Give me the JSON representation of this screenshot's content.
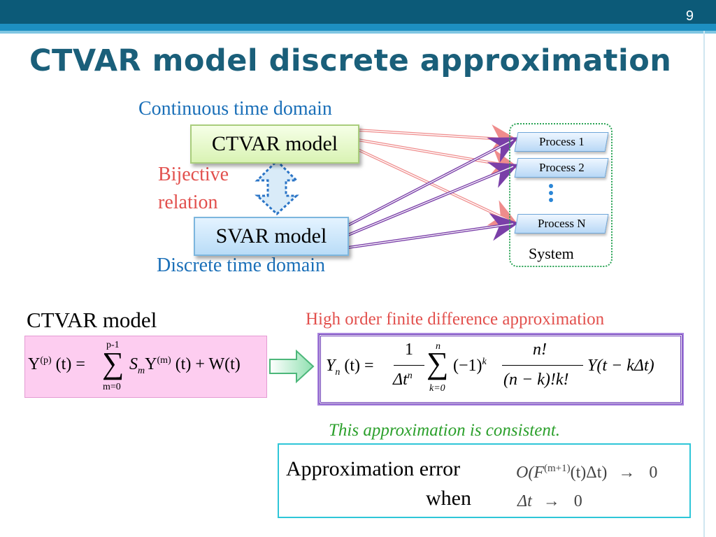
{
  "slide": {
    "page_number": "9",
    "title": "CTVAR model discrete approximation"
  },
  "diagram": {
    "continuous_label": "Continuous time domain",
    "discrete_label": "Discrete time domain",
    "bijective_line1": "Bijective",
    "bijective_line2": "relation",
    "ctvar_box": "CTVAR model",
    "svar_box": "SVAR model",
    "processes": [
      "Process 1",
      "Process 2",
      "Process N"
    ],
    "system_label": "System",
    "colors": {
      "continuous_arrows": "#ef8c8c",
      "discrete_arrows": "#7a3fa8",
      "system_border": "#2aa355",
      "process_dots": "#2a86d6"
    }
  },
  "equations": {
    "ctvar_label": "CTVAR model",
    "approx_label": "High order finite difference approximation",
    "ctvar_eq": {
      "lhs": "Y",
      "lhs_sup": "(p)",
      "lhs_arg": "(t) =",
      "sum_upper": "p-1",
      "sum_lower": "m=0",
      "sigma": "∑",
      "coef": "S",
      "coef_sub": "m",
      "term": "Y",
      "term_sup": "(m)",
      "term_arg": "(t) + W(t)"
    },
    "approx_eq": {
      "lhs": "Y",
      "lhs_sub": "n",
      "lhs_arg": "(t) =",
      "frac1_num": "1",
      "frac1_den": "Δt",
      "frac1_den_sup": "n",
      "sum_upper": "n",
      "sum_lower": "k=0",
      "sigma": "∑",
      "sign_term": "(−1)",
      "sign_sup": "k",
      "frac2_num": "n!",
      "frac2_den": "(n − k)!k!",
      "tail": "Y(t − kΔt)"
    },
    "consistency_note": "This approximation is consistent.",
    "error_text": "Approximation error",
    "when_text": "when",
    "error_formula": "O(F",
    "error_formula_sup": "(m+1)",
    "error_formula_tail": "(t)Δt)",
    "arrow": "→",
    "zero": "0",
    "limit_var": "Δt"
  }
}
